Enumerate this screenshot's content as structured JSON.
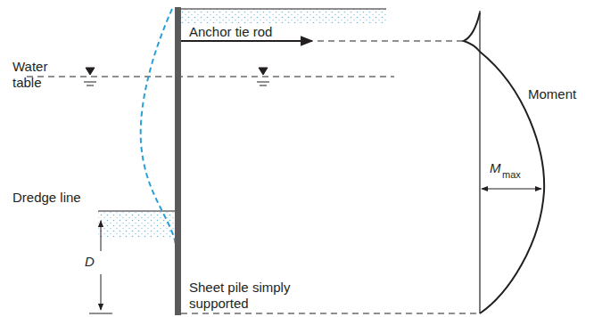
{
  "diagram": {
    "labels": [
      "Anchor tie rod",
      "Water table",
      "Moment",
      "M",
      "max",
      "Dredge line",
      "D",
      "Sheet pile simply supported"
    ]
  }
}
